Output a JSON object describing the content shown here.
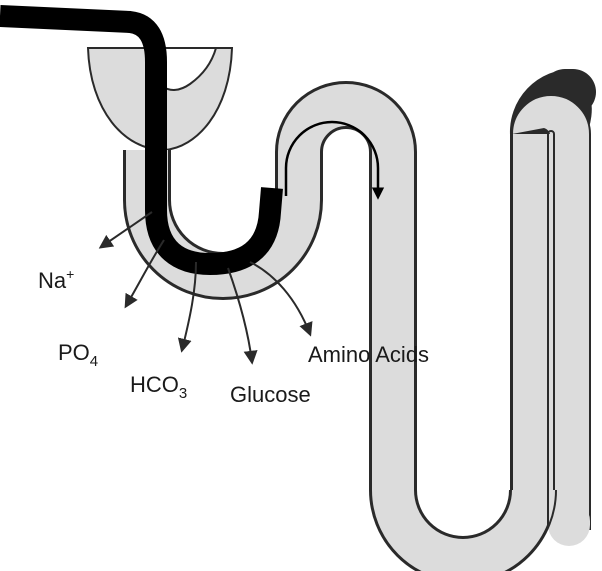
{
  "diagram": {
    "colors": {
      "tubule_fill": "#dcdcdc",
      "tubule_stroke": "#2a2a2a",
      "filtrate_path": "#000000",
      "arrow": "#2a2a2a",
      "background": "#ffffff"
    },
    "labels": {
      "sodium": {
        "base": "Na",
        "sup": "+"
      },
      "phosphate": {
        "base": "PO",
        "sub": "4"
      },
      "bicarbonate": {
        "base": "HCO",
        "sub": "3"
      },
      "glucose": {
        "base": "Glucose"
      },
      "amino_acids": {
        "base": "Amino Acids"
      }
    }
  }
}
